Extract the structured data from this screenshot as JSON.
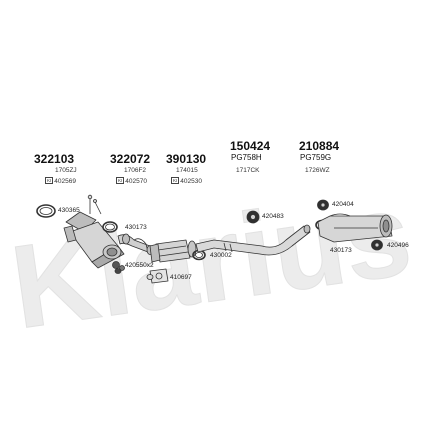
{
  "watermark": "Klarius",
  "products": [
    {
      "code": "322103",
      "sub": "1705ZJ",
      "ref": "402569"
    },
    {
      "code": "322072",
      "sub": "1706F2",
      "ref": "402570"
    },
    {
      "code": "390130",
      "sub": "174015",
      "ref": "402530"
    },
    {
      "code": "150424",
      "sub": "PG758H",
      "sub2": "1717CK"
    },
    {
      "code": "210884",
      "sub": "PG759G",
      "sub2": "1726WZ"
    }
  ],
  "ref_box": "KI",
  "parts": {
    "p430365": "430365",
    "p430173a": "430173",
    "p420550": "420550x2",
    "p430002": "430002",
    "p410697": "410697",
    "p420483": "420483",
    "p420404": "420404",
    "p430173b": "430173",
    "p420496": "420496"
  },
  "colors": {
    "watermark": "#ececec",
    "line": "#333333",
    "fill": "#d8d8d8",
    "fill_dark": "#9a9a9a"
  }
}
